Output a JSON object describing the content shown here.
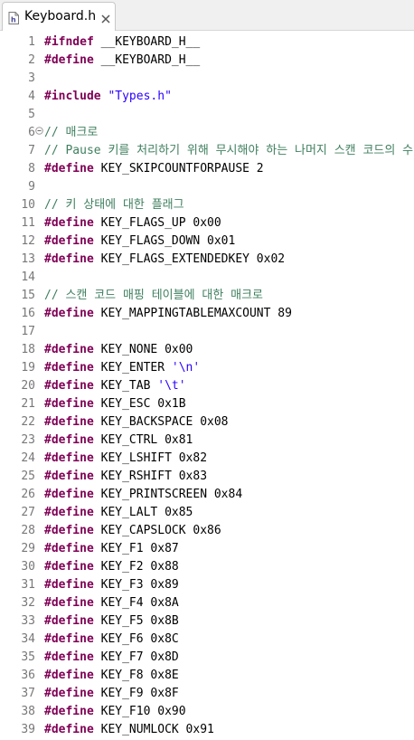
{
  "tab": {
    "title": "Keyboard.h",
    "icon": "header-file-icon"
  },
  "colors": {
    "keyword": "#7f0055",
    "string": "#2a00ff",
    "comment": "#3f7f5f",
    "text": "#000000",
    "line_number": "#787878"
  },
  "lines": [
    {
      "num": "1",
      "parts": [
        {
          "t": "kw",
          "v": "#ifndef"
        },
        {
          "t": "txt",
          "v": " __KEYBOARD_H__"
        }
      ]
    },
    {
      "num": "2",
      "parts": [
        {
          "t": "kw",
          "v": "#define"
        },
        {
          "t": "txt",
          "v": " __KEYBOARD_H__"
        }
      ]
    },
    {
      "num": "3",
      "parts": []
    },
    {
      "num": "4",
      "parts": [
        {
          "t": "kw",
          "v": "#include"
        },
        {
          "t": "txt",
          "v": " "
        },
        {
          "t": "str",
          "v": "\"Types.h\""
        }
      ]
    },
    {
      "num": "5",
      "parts": []
    },
    {
      "num": "6",
      "fold": true,
      "parts": [
        {
          "t": "cmt",
          "v": "// 매크로"
        }
      ]
    },
    {
      "num": "7",
      "parts": [
        {
          "t": "cmt",
          "v": "// Pause 키를 처리하기 위해 무시해야 하는 나머지 스캔 코드의 수"
        }
      ]
    },
    {
      "num": "8",
      "parts": [
        {
          "t": "kw",
          "v": "#define"
        },
        {
          "t": "txt",
          "v": " KEY_SKIPCOUNTFORPAUSE 2"
        }
      ]
    },
    {
      "num": "9",
      "parts": []
    },
    {
      "num": "10",
      "parts": [
        {
          "t": "cmt",
          "v": "// 키 상태에 대한 플래그"
        }
      ]
    },
    {
      "num": "11",
      "parts": [
        {
          "t": "kw",
          "v": "#define"
        },
        {
          "t": "txt",
          "v": " KEY_FLAGS_UP 0x00"
        }
      ]
    },
    {
      "num": "12",
      "parts": [
        {
          "t": "kw",
          "v": "#define"
        },
        {
          "t": "txt",
          "v": " KEY_FLAGS_DOWN 0x01"
        }
      ]
    },
    {
      "num": "13",
      "parts": [
        {
          "t": "kw",
          "v": "#define"
        },
        {
          "t": "txt",
          "v": " KEY_FLAGS_EXTENDEDKEY 0x02"
        }
      ]
    },
    {
      "num": "14",
      "parts": []
    },
    {
      "num": "15",
      "parts": [
        {
          "t": "cmt",
          "v": "// 스캔 코드 매핑 테이블에 대한 매크로"
        }
      ]
    },
    {
      "num": "16",
      "parts": [
        {
          "t": "kw",
          "v": "#define"
        },
        {
          "t": "txt",
          "v": " KEY_MAPPINGTABLEMAXCOUNT 89"
        }
      ]
    },
    {
      "num": "17",
      "parts": []
    },
    {
      "num": "18",
      "parts": [
        {
          "t": "kw",
          "v": "#define"
        },
        {
          "t": "txt",
          "v": " KEY_NONE 0x00"
        }
      ]
    },
    {
      "num": "19",
      "parts": [
        {
          "t": "kw",
          "v": "#define"
        },
        {
          "t": "txt",
          "v": " KEY_ENTER "
        },
        {
          "t": "str",
          "v": "'\\n'"
        }
      ]
    },
    {
      "num": "20",
      "parts": [
        {
          "t": "kw",
          "v": "#define"
        },
        {
          "t": "txt",
          "v": " KEY_TAB "
        },
        {
          "t": "str",
          "v": "'\\t'"
        }
      ]
    },
    {
      "num": "21",
      "parts": [
        {
          "t": "kw",
          "v": "#define"
        },
        {
          "t": "txt",
          "v": " KEY_ESC 0x1B"
        }
      ]
    },
    {
      "num": "22",
      "parts": [
        {
          "t": "kw",
          "v": "#define"
        },
        {
          "t": "txt",
          "v": " KEY_BACKSPACE 0x08"
        }
      ]
    },
    {
      "num": "23",
      "parts": [
        {
          "t": "kw",
          "v": "#define"
        },
        {
          "t": "txt",
          "v": " KEY_CTRL 0x81"
        }
      ]
    },
    {
      "num": "24",
      "parts": [
        {
          "t": "kw",
          "v": "#define"
        },
        {
          "t": "txt",
          "v": " KEY_LSHIFT 0x82"
        }
      ]
    },
    {
      "num": "25",
      "parts": [
        {
          "t": "kw",
          "v": "#define"
        },
        {
          "t": "txt",
          "v": " KEY_RSHIFT 0x83"
        }
      ]
    },
    {
      "num": "26",
      "parts": [
        {
          "t": "kw",
          "v": "#define"
        },
        {
          "t": "txt",
          "v": " KEY_PRINTSCREEN 0x84"
        }
      ]
    },
    {
      "num": "27",
      "parts": [
        {
          "t": "kw",
          "v": "#define"
        },
        {
          "t": "txt",
          "v": " KEY_LALT 0x85"
        }
      ]
    },
    {
      "num": "28",
      "parts": [
        {
          "t": "kw",
          "v": "#define"
        },
        {
          "t": "txt",
          "v": " KEY_CAPSLOCK 0x86"
        }
      ]
    },
    {
      "num": "29",
      "parts": [
        {
          "t": "kw",
          "v": "#define"
        },
        {
          "t": "txt",
          "v": " KEY_F1 0x87"
        }
      ]
    },
    {
      "num": "30",
      "parts": [
        {
          "t": "kw",
          "v": "#define"
        },
        {
          "t": "txt",
          "v": " KEY_F2 0x88"
        }
      ]
    },
    {
      "num": "31",
      "parts": [
        {
          "t": "kw",
          "v": "#define"
        },
        {
          "t": "txt",
          "v": " KEY_F3 0x89"
        }
      ]
    },
    {
      "num": "32",
      "parts": [
        {
          "t": "kw",
          "v": "#define"
        },
        {
          "t": "txt",
          "v": " KEY_F4 0x8A"
        }
      ]
    },
    {
      "num": "33",
      "parts": [
        {
          "t": "kw",
          "v": "#define"
        },
        {
          "t": "txt",
          "v": " KEY_F5 0x8B"
        }
      ]
    },
    {
      "num": "34",
      "parts": [
        {
          "t": "kw",
          "v": "#define"
        },
        {
          "t": "txt",
          "v": " KEY_F6 0x8C"
        }
      ]
    },
    {
      "num": "35",
      "parts": [
        {
          "t": "kw",
          "v": "#define"
        },
        {
          "t": "txt",
          "v": " KEY_F7 0x8D"
        }
      ]
    },
    {
      "num": "36",
      "parts": [
        {
          "t": "kw",
          "v": "#define"
        },
        {
          "t": "txt",
          "v": " KEY_F8 0x8E"
        }
      ]
    },
    {
      "num": "37",
      "parts": [
        {
          "t": "kw",
          "v": "#define"
        },
        {
          "t": "txt",
          "v": " KEY_F9 0x8F"
        }
      ]
    },
    {
      "num": "38",
      "parts": [
        {
          "t": "kw",
          "v": "#define"
        },
        {
          "t": "txt",
          "v": " KEY_F10 0x90"
        }
      ]
    },
    {
      "num": "39",
      "parts": [
        {
          "t": "kw",
          "v": "#define"
        },
        {
          "t": "txt",
          "v": " KEY_NUMLOCK 0x91"
        }
      ]
    }
  ]
}
